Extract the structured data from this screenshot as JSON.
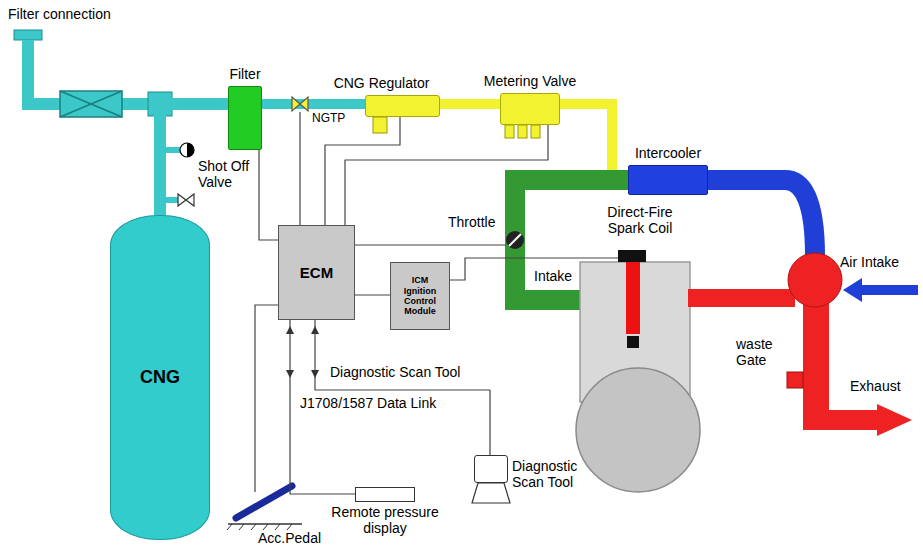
{
  "diagram": {
    "nodes": [
      {
        "text": [
          "CNG"
        ]
      },
      {
        "text": [
          "Filter"
        ]
      },
      {
        "text": [
          "CNG Regulator"
        ]
      },
      {
        "text": [
          "Metering Valve"
        ]
      },
      {
        "text": [
          "ECM"
        ]
      },
      {
        "text": [
          "ICM Ignition Control Module"
        ]
      },
      {
        "text": [
          "Intercooler"
        ]
      },
      {
        "text": [
          "Remote pressure display"
        ]
      },
      {
        "text": [
          "Diagnostic Scan Tool"
        ]
      }
    ],
    "edges": [
      {
        "from": 0,
        "to": 1,
        "arrow": "none"
      },
      {
        "from": 1,
        "to": 2,
        "arrow": "none"
      },
      {
        "from": 2,
        "to": 3,
        "arrow": "none"
      },
      {
        "from": 4,
        "to": 2,
        "arrow": "none"
      },
      {
        "from": 4,
        "to": 3,
        "arrow": "none"
      },
      {
        "from": 4,
        "to": 5,
        "arrow": "none"
      },
      {
        "from": 4,
        "to": 7,
        "arrow": "none"
      },
      {
        "from": 4,
        "to": 8,
        "arrow": "none"
      }
    ],
    "labels": [
      "Filter connection",
      "Shot Off Valve",
      "NGTP",
      "Throttle",
      "Direct-Fire Spark Coil",
      "Intake",
      "Air Intake",
      "waste Gate",
      "Exhaust",
      "Diagnostic Scan Tool",
      "J1708/1587 Data Link",
      "Acc.Pedal"
    ]
  }
}
